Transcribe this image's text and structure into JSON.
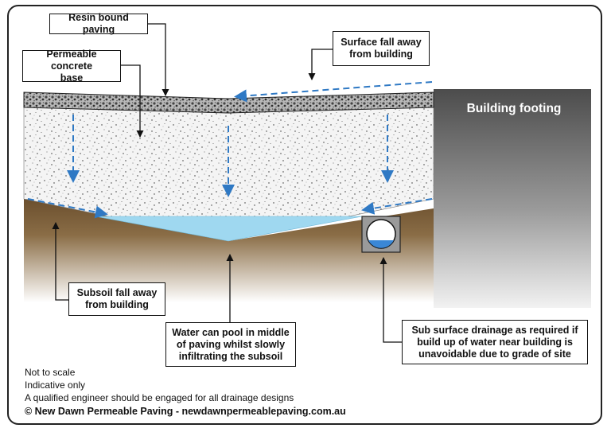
{
  "labels": {
    "resin": "Resin bound paving",
    "concrete": "Permeable concrete\nbase",
    "surface_fall": "Surface fall away\nfrom building",
    "footing": "Building footing",
    "subsoil_fall": "Subsoil fall away\nfrom building",
    "pool": "Water can pool in middle\nof paving whilst slowly\ninfiltrating the subsoil",
    "drainage": "Sub surface drainage as required if\nbuild up of water near building is\nunavoidable due to grade of site"
  },
  "notes": [
    "Not to scale",
    "Indicative only",
    "A qualified engineer should be engaged for all drainage designs"
  ],
  "copyright": "© New Dawn Permeable Paving - newdawnpermeablepaving.com.au",
  "colors": {
    "arrow_blue": "#2f79c4",
    "water": "#9fd8f0",
    "soil_dark": "#6b4f2e",
    "soil_light": "#ffffff",
    "footing_top": "#4c4c4c",
    "footing_bottom": "#f2f2f2",
    "concrete": "#f4f4f4"
  }
}
